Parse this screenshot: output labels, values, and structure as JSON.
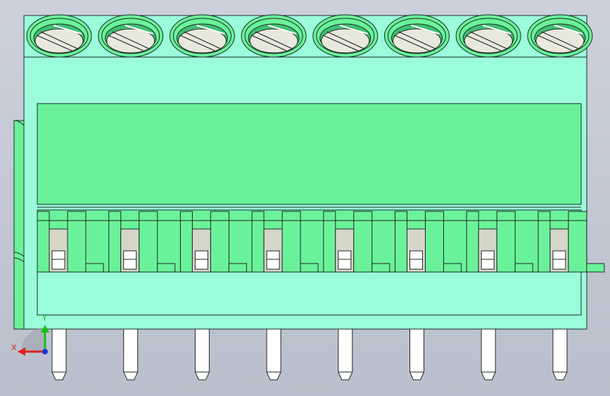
{
  "view": {
    "background_top": "#ccd1dc",
    "background_bottom": "#b9bfcc",
    "body_color": "#9bfcdc",
    "window_color": "#6af29a",
    "terminal_bg_color": "#6af29a",
    "screw_metal_color": "#e9e8dd",
    "latch_color": "#d6d6c8",
    "pin_color": "#ffffff",
    "edge_color": "#1d2a25"
  },
  "part": {
    "pole_count": 8,
    "screw_count": 8,
    "pin_count": 8
  },
  "triad": {
    "x_label": "X",
    "y_label": "Y",
    "x_color": "#e02020",
    "y_color": "#16c016",
    "z_color": "#1f3bd6"
  }
}
